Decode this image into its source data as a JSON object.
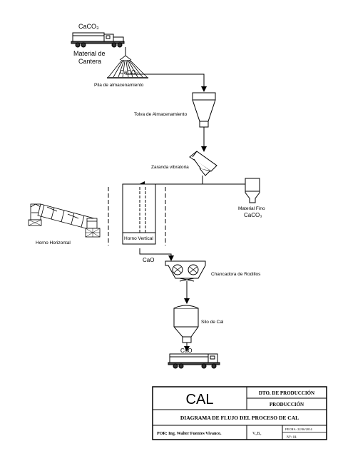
{
  "diagram": {
    "labels": {
      "caco3_truck": "CaCO₃",
      "material_line1": "Material de",
      "material_line2": "Cantera",
      "caco3_pile": "CaCO₃",
      "pile": "Pila de almacenamiento",
      "hopper": "Tolva de Almacenamiento",
      "screen": "Zaranda vibratoria",
      "fines": "Material Fino",
      "caco3_fines": "CaCO₃",
      "horizontal_kiln": "Horno Horizontal",
      "vertical_kiln": "Horno Vertical",
      "cao_kiln": "CaO",
      "crusher": "Chancadora de Rodillos",
      "silo": "Silo de Cal",
      "cao_truck": "CaO"
    },
    "icons": [
      "truck-icon",
      "stockpile-icon",
      "hopper-icon",
      "vibrating-screen-icon",
      "fines-hopper-icon",
      "horizontal-kiln-icon",
      "vertical-kiln-icon",
      "roll-crusher-icon",
      "lime-silo-icon"
    ]
  },
  "title_block": {
    "name": "CAL",
    "department": "DTO. DE PRODUCCIÓN",
    "area": "PRODUCCIÓN",
    "title": "DIAGRAMA DE FLUJO DEL PROCESO DE CAL",
    "author": "POR: Ing. Walter Fuentes Vivanco.",
    "approval": "V₀B₀",
    "date": "FECHA: 22/06/2014",
    "number": "Nº: 01"
  }
}
